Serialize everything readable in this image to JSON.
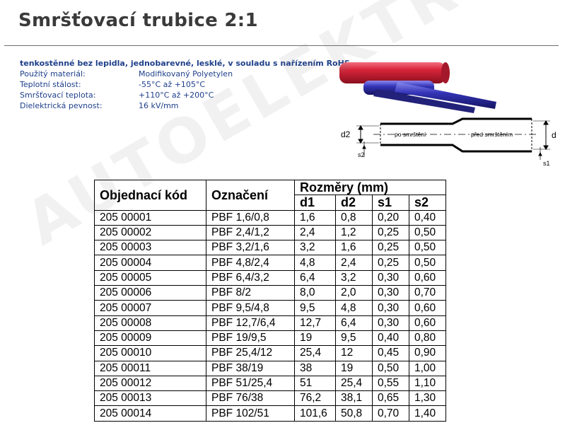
{
  "header": {
    "title": "Smršťovací trubice 2:1"
  },
  "specs": {
    "headline": "tenkostěnné bez lepidla, jednobarevné, lesklé, v souladu s nařízením RoHS",
    "rows": [
      {
        "label": "Použitý materiál:",
        "value": "Modifikovaný Polyetylen"
      },
      {
        "label": "Teplotní stálost:",
        "value": "-55°C až +105°C"
      },
      {
        "label": "Smršťovací teplota:",
        "value": "+110°C až +200°C"
      },
      {
        "label": "Dielektrická pevnost:",
        "value": "16 kV/mm"
      }
    ]
  },
  "diagram": {
    "label_after": "po smrštění",
    "label_before": "před smrštěním",
    "d2": "d2",
    "d": "d",
    "s2": "s2",
    "s1": "s1"
  },
  "watermark": "AUTOELEKTRIK",
  "table": {
    "headers": {
      "code": "Objednací kód",
      "name": "Označení",
      "dims": "Rozměry (mm)",
      "d1": "d1",
      "d2": "d2",
      "s1": "s1",
      "s2": "s2"
    },
    "rows": [
      [
        "205 00001",
        "PBF 1,6/0,8",
        "1,6",
        "0,8",
        "0,20",
        "0,40"
      ],
      [
        "205 00002",
        "PBF 2,4/1,2",
        "2,4",
        "1,2",
        "0,25",
        "0,50"
      ],
      [
        "205 00003",
        "PBF 3,2/1,6",
        "3,2",
        "1,6",
        "0,25",
        "0,50"
      ],
      [
        "205 00004",
        "PBF 4,8/2,4",
        "4,8",
        "2,4",
        "0,25",
        "0,50"
      ],
      [
        "205 00005",
        "PBF 6,4/3,2",
        "6,4",
        "3,2",
        "0,30",
        "0,60"
      ],
      [
        "205 00006",
        "PBF 8/2",
        "8,0",
        "2,0",
        "0,30",
        "0,70"
      ],
      [
        "205 00007",
        "PBF 9,5/4,8",
        "9,5",
        "4,8",
        "0,30",
        "0,60"
      ],
      [
        "205 00008",
        "PBF 12,7/6,4",
        "12,7",
        "6,4",
        "0,30",
        "0,60"
      ],
      [
        "205 00009",
        "PBF 19/9,5",
        "19",
        "9,5",
        "0,40",
        "0,80"
      ],
      [
        "205 00010",
        "PBF 25,4/12",
        "25,4",
        "12",
        "0,45",
        "0,90"
      ],
      [
        "205 00011",
        "PBF 38/19",
        "38",
        "19",
        "0,50",
        "1,00"
      ],
      [
        "205 00012",
        "PBF 51/25,4",
        "51",
        "25,4",
        "0,55",
        "1,10"
      ],
      [
        "205 00013",
        "PBF 76/38",
        "76,2",
        "38,1",
        "0,65",
        "1,30"
      ],
      [
        "205 00014",
        "PBF 102/51",
        "101,6",
        "50,8",
        "0,70",
        "1,40"
      ]
    ]
  },
  "colors": {
    "title": "#3a3a3a",
    "specs_text": "#1e3f8a",
    "tube_red": "#c81e32",
    "tube_blue": "#2a2aa0"
  }
}
